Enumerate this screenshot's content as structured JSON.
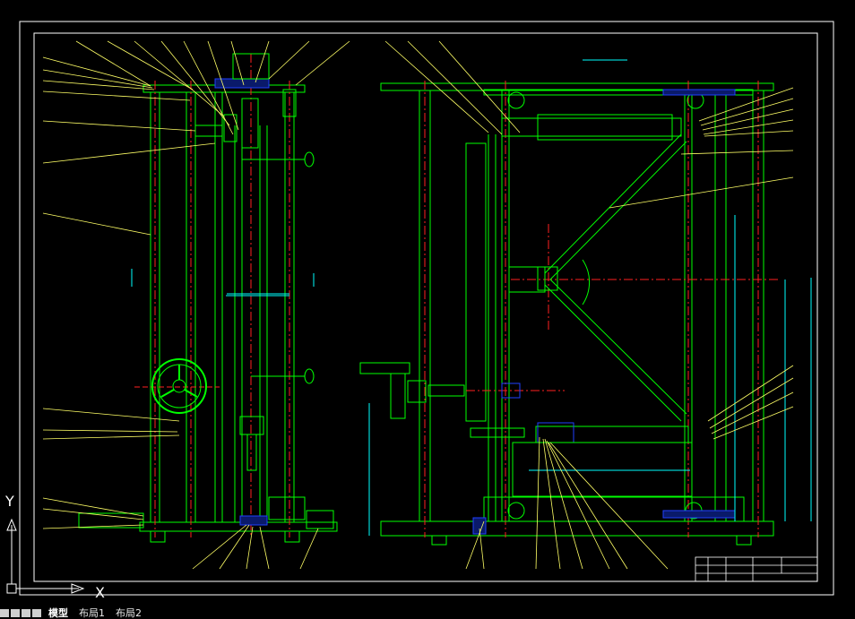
{
  "drawing": {
    "center_title": "——————",
    "ucs_x": "X",
    "ucs_y": "Y"
  },
  "tabs": [
    {
      "label": "模型"
    },
    {
      "label": "布局1"
    },
    {
      "label": "布局2"
    }
  ],
  "colors": {
    "background": "#000000",
    "border": "#ffffff",
    "geometry": "#00ff00",
    "leader": "#ffff66",
    "centerline": "#ff2020",
    "dimension": "#00ffff",
    "hatch": "#2040ff"
  }
}
